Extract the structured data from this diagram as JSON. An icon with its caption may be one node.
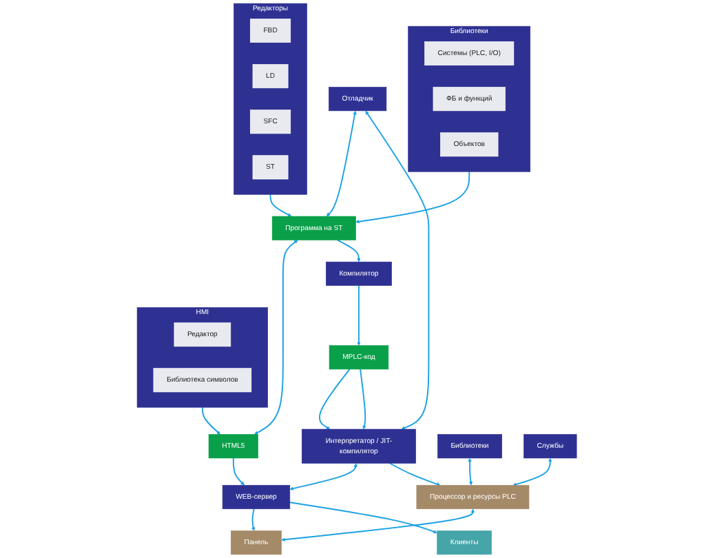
{
  "diagram": {
    "nodes": [
      {
        "text": [
          "Редакторы"
        ]
      },
      {
        "text": [
          "FBD"
        ],
        "in": 0
      },
      {
        "text": [
          "LD"
        ],
        "in": 0
      },
      {
        "text": [
          "SFC"
        ],
        "in": 0
      },
      {
        "text": [
          "ST"
        ],
        "in": 0
      },
      {
        "text": [
          "Библиотеки"
        ]
      },
      {
        "text": [
          "Системы (PLC, I/O)"
        ],
        "in": 5
      },
      {
        "text": [
          "ФБ и функций"
        ],
        "in": 5
      },
      {
        "text": [
          "Объектов"
        ],
        "in": 5
      },
      {
        "text": [
          "HMI"
        ]
      },
      {
        "text": [
          "Редактор"
        ],
        "in": 9
      },
      {
        "text": [
          "Библиотека символов"
        ],
        "in": 9
      },
      {
        "text": [
          "Отладчик"
        ]
      },
      {
        "text": [
          "Программа на ST"
        ]
      },
      {
        "text": [
          "HTML5"
        ]
      },
      {
        "text": [
          "Компилятор"
        ]
      },
      {
        "text": [
          "MPLC-код"
        ]
      },
      {
        "text": [
          "Интерпретатор / JIT-компилятор"
        ]
      },
      {
        "text": [
          "WEB-сервер"
        ]
      },
      {
        "text": [
          "Библиотеки"
        ]
      },
      {
        "text": [
          "Процессор и ресурсы PLC"
        ]
      },
      {
        "text": [
          "Панель"
        ]
      },
      {
        "text": [
          "Клиенты"
        ]
      },
      {
        "text": [
          "Службы"
        ]
      }
    ],
    "edges": [
      {
        "from": 0,
        "to": 13,
        "arrow": "to"
      },
      {
        "from": 5,
        "to": 13,
        "arrow": "to"
      },
      {
        "from": 9,
        "to": 14,
        "arrow": "to"
      },
      {
        "from": 12,
        "to": 13,
        "arrow": "both"
      },
      {
        "from": 13,
        "to": 14,
        "arrow": "both"
      },
      {
        "from": 13,
        "to": 15,
        "arrow": "to"
      },
      {
        "from": 15,
        "to": 16,
        "arrow": "to"
      },
      {
        "from": 16,
        "to": 17,
        "arrow": "to"
      },
      {
        "from": 16,
        "to": 17,
        "arrow": "to"
      },
      {
        "from": 14,
        "to": 18,
        "arrow": "to"
      },
      {
        "from": 12,
        "to": 17,
        "arrow": "both"
      },
      {
        "from": 17,
        "to": 18,
        "arrow": "both"
      },
      {
        "from": 17,
        "to": 20,
        "arrow": "to"
      },
      {
        "from": 18,
        "to": 21,
        "arrow": "to"
      },
      {
        "from": 18,
        "to": 22,
        "arrow": "to"
      },
      {
        "from": 19,
        "to": 20,
        "arrow": "both"
      },
      {
        "from": 20,
        "to": 21,
        "arrow": "both"
      },
      {
        "from": 23,
        "to": 20,
        "arrow": "both"
      }
    ]
  }
}
